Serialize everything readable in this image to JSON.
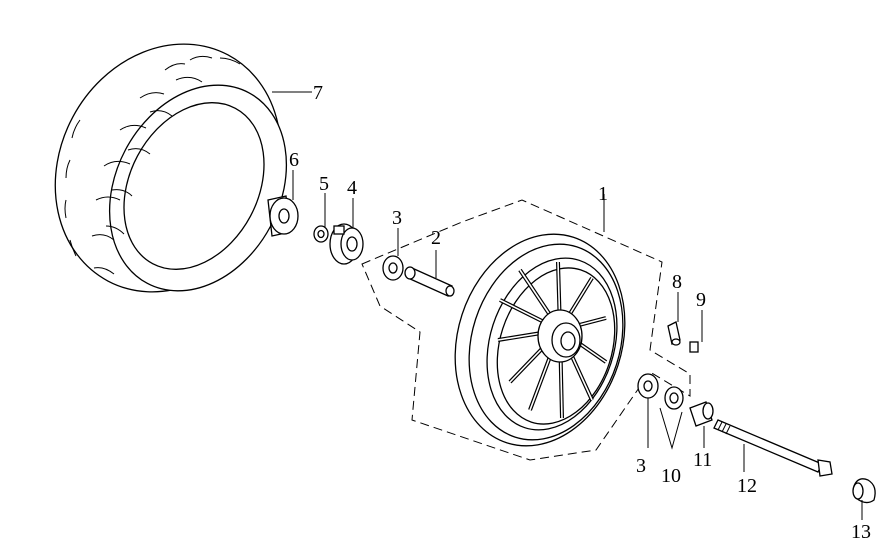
{
  "diagram": {
    "callouts": [
      {
        "id": "c1",
        "text": "1"
      },
      {
        "id": "c2",
        "text": "2"
      },
      {
        "id": "c3a",
        "text": "3"
      },
      {
        "id": "c3b",
        "text": "3"
      },
      {
        "id": "c4",
        "text": "4"
      },
      {
        "id": "c5",
        "text": "5"
      },
      {
        "id": "c6",
        "text": "6"
      },
      {
        "id": "c7",
        "text": "7"
      },
      {
        "id": "c8",
        "text": "8"
      },
      {
        "id": "c9",
        "text": "9"
      },
      {
        "id": "c10",
        "text": "10"
      },
      {
        "id": "c11",
        "text": "11"
      },
      {
        "id": "c12",
        "text": "12"
      },
      {
        "id": "c13",
        "text": "13"
      }
    ]
  }
}
